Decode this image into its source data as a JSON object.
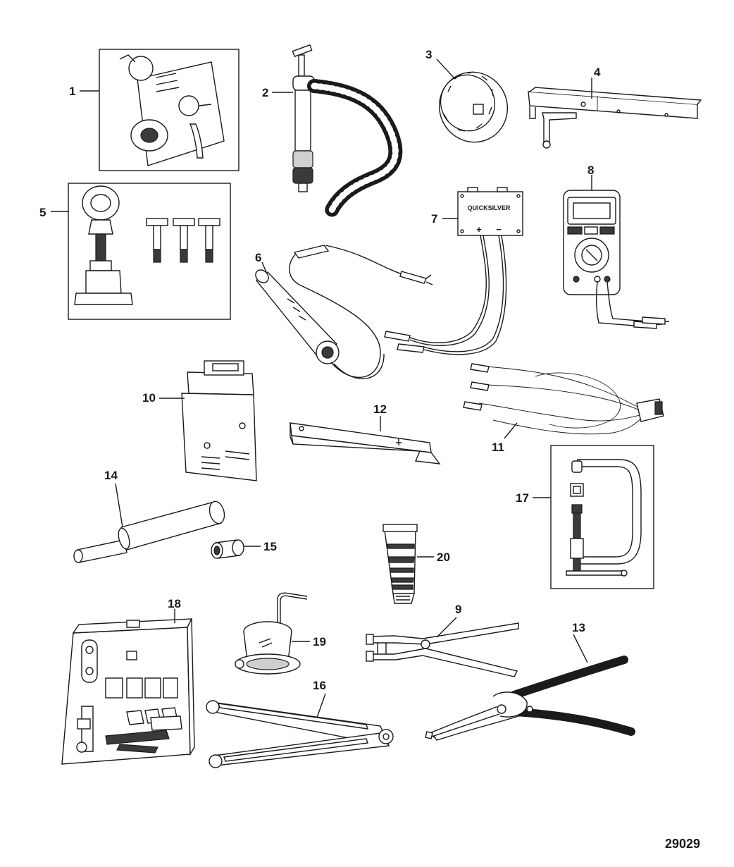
{
  "callouts": {
    "c1": "1",
    "c2": "2",
    "c3": "3",
    "c4": "4",
    "c5": "5",
    "c6": "6",
    "c7": "7",
    "c8": "8",
    "c9": "9",
    "c10": "10",
    "c11": "11",
    "c12": "12",
    "c13": "13",
    "c14": "14",
    "c15": "15",
    "c16": "16",
    "c17": "17",
    "c18": "18",
    "c19": "19",
    "c20": "20"
  },
  "labels": {
    "quicksilver": "QUICKSILVER",
    "plus": "+",
    "minus": "−"
  },
  "figure_number": "29029"
}
